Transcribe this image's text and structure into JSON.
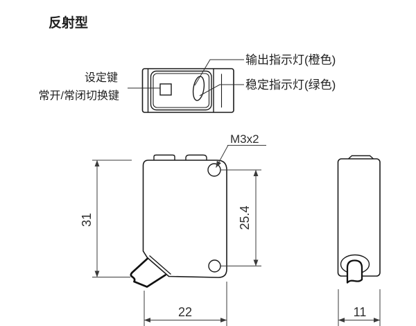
{
  "page": {
    "title": "反射型"
  },
  "top_view": {
    "label_setting_key": "设定键",
    "label_no_nc_toggle": "常开/常闭切换键",
    "label_output_indicator": "输出指示灯(橙色)",
    "label_stability_indicator": "稳定指示灯(绿色)"
  },
  "front_view": {
    "thread_spec": "M3x2",
    "dim_height": "31",
    "dim_hole_pitch": "25.4",
    "dim_width": "22"
  },
  "side_view": {
    "dim_depth": "11"
  },
  "colors": {
    "outline": "#1a1a1a",
    "dimension": "#3a3a3a",
    "background": "#ffffff"
  }
}
